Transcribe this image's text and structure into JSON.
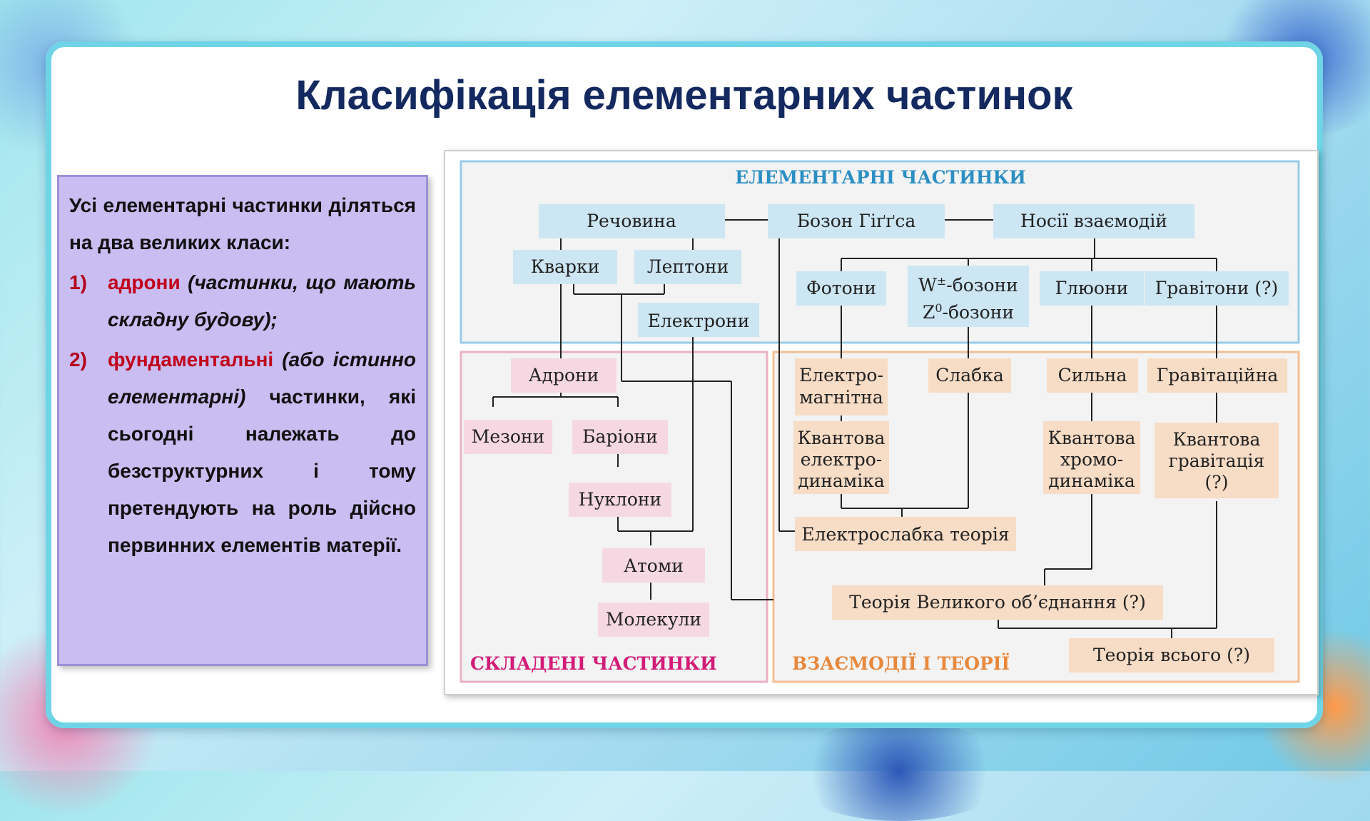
{
  "slide": {
    "title": "Класифікація елементарних частинок"
  },
  "textbox": {
    "intro": "Усі елементарні частинки діляться на два великих класи:",
    "items": [
      {
        "num": "1)",
        "term": "адрони",
        "rest_italic": " (частинки, що мають складну будову);",
        "rest_plain": ""
      },
      {
        "num": "2)",
        "term": "фундаментальні",
        "rest_italic": " (або істинно елементарні)",
        "rest_plain": " частинки, які сьогодні належать до безструктурних і тому претендують на роль дійсно первинних елементів матерії."
      }
    ]
  },
  "diagram": {
    "colors": {
      "blue_border": "#98cbe8",
      "blue_box": "#cde6f3",
      "blue_text": "#2c8fc4",
      "pink_border": "#eab0c8",
      "pink_box": "#f6d8e3",
      "pink_text": "#d21c78",
      "orange_border": "#f0bf95",
      "orange_box": "#f7dcc6",
      "orange_text": "#e8883c",
      "panel_bg": "#f3f3f3",
      "line": "#222222"
    },
    "sections": {
      "top": "ЕЛЕМЕНТАРНІ ЧАСТИНКИ",
      "left": "СКЛАДЕНІ ЧАСТИНКИ",
      "right": "ВЗАЄМОДІЇ І ТЕОРІЇ"
    },
    "nodes": {
      "rechovyna": "Речовина",
      "bozon": "Бозон Гіґґса",
      "nosii": "Носії взаємодій",
      "kvarky": "Кварки",
      "leptony": "Лептони",
      "elektrony": "Електрони",
      "fotony": "Фотони",
      "w_boson_pre": "W",
      "w_boson_sup": "±",
      "w_boson_post": "-бозони",
      "z_boson_pre": "Z",
      "z_boson_sup": "0",
      "z_boson_post": "-бозони",
      "gluony": "Глюони",
      "gravitony": "Гравітони (?)",
      "adrony": "Адрони",
      "mezony": "Мезони",
      "bariony": "Баріони",
      "nuklony": "Нуклони",
      "atomy": "Атоми",
      "molekuly": "Молекули",
      "elmag_1": "Електро-",
      "elmag_2": "магнітна",
      "slabka": "Слабка",
      "sylna": "Сильна",
      "gravitaciyna": "Гравітаційна",
      "ked_1": "Квантова",
      "ked_2": "електро-",
      "ked_3": "динаміка",
      "khd_1": "Квантова",
      "khd_2": "хромо-",
      "khd_3": "динаміка",
      "kg_1": "Квантова",
      "kg_2": "гравітація",
      "kg_3": "(?)",
      "elslabka": "Електрослабка теорія",
      "tvo": "Теорія Великого об’єднання (?)",
      "tv": "Теорія всього (?)"
    }
  }
}
